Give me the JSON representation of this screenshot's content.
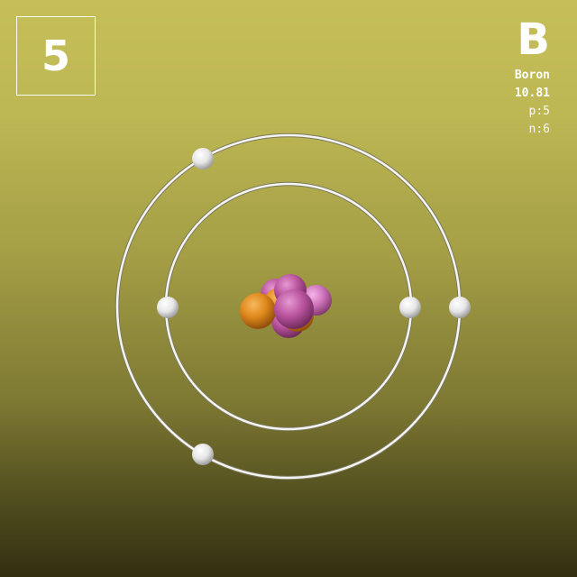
{
  "element": {
    "atomic_number": "5",
    "symbol": "B",
    "name": "Boron",
    "atomic_mass": "10.81",
    "protons_label": "p:5",
    "neutrons_label": "n:6"
  },
  "colors": {
    "proton": "#c25aa6",
    "neutron": "#e08a1c",
    "electron": "#eeeeee",
    "orbit": "#f2f2f2"
  }
}
